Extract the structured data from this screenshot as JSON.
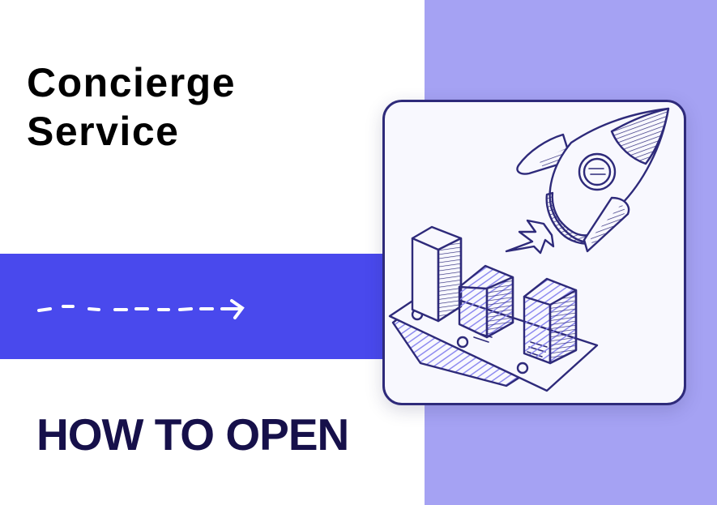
{
  "hero": {
    "title_line1": "Concierge",
    "title_line2": "Service",
    "subtitle": "HOW TO OPEN"
  },
  "decor": {
    "arrow_icon": "dashed-right-arrow",
    "illustration": "rocket-launch-with-bar-chart-sketch"
  },
  "colors": {
    "band": "#4949ED",
    "right_panel": "#A5A2F3",
    "subtitle": "#16104A",
    "card_border": "#2E2A7A",
    "card_fill": "#F8F8FE"
  }
}
